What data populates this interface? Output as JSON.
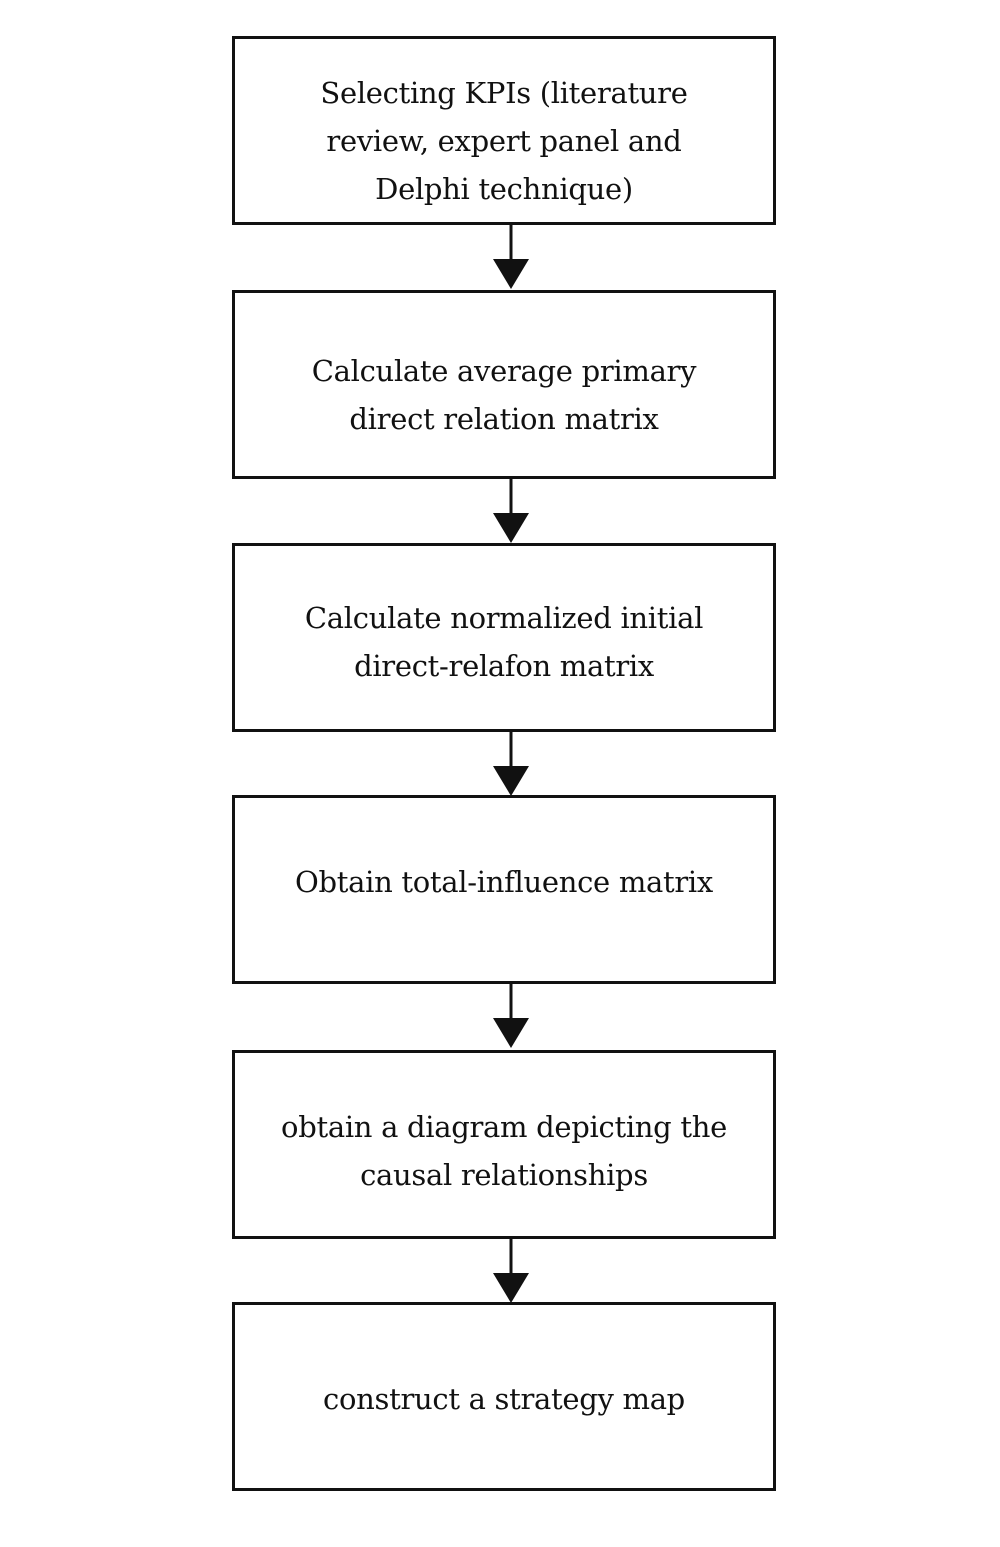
{
  "flowchart": {
    "steps": [
      {
        "label": "Selecting KPIs (literature review, expert panel and Delphi technique)"
      },
      {
        "label": "Calculate average primary direct relation matrix"
      },
      {
        "label": "Calculate normalized initial direct-relafon matrix"
      },
      {
        "label": "Obtain total-influence matrix"
      },
      {
        "label": "obtain a diagram depicting the causal relationships"
      },
      {
        "label": "construct a strategy map"
      }
    ]
  }
}
